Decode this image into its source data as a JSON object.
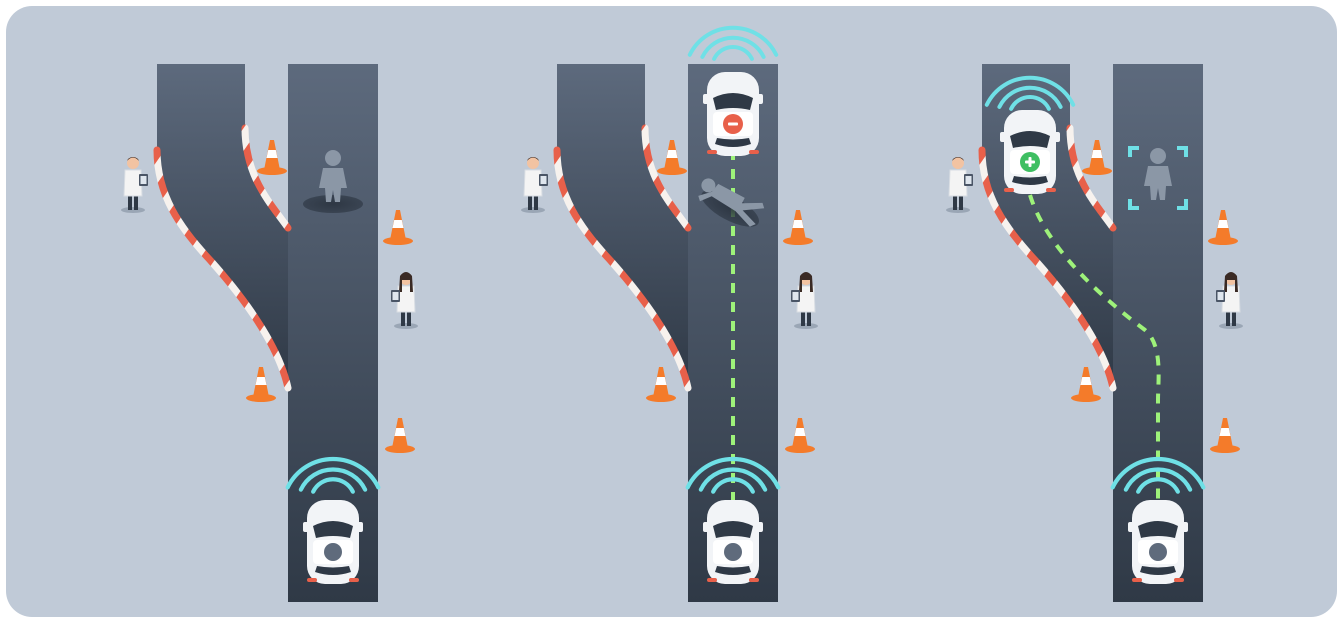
{
  "colors": {
    "background": "#c0cad7",
    "road_top": "#5d6a7d",
    "road_bottom": "#2f3946",
    "barrier_red": "#e8604a",
    "barrier_white": "#f7f2ee",
    "cone_orange": "#f47b2a",
    "cone_band": "#ffffff",
    "signal_cyan": "#6fe0e6",
    "path_green": "#9ef27a",
    "car_body": "#f2f4f7",
    "car_glass": "#2f3946",
    "pedestrian_gray": "#8b97a6",
    "detect_bracket": "#6fe0e6",
    "minus_badge": "#e8604a",
    "plus_badge": "#3fbf62",
    "scientist_coat": "#f4f4f4",
    "scientist_pants": "#2f3946",
    "skin": "#f2c3a2"
  },
  "icons": {
    "car": "car-topview-icon",
    "signal": "wifi-signal-icon",
    "cone": "traffic-cone-icon",
    "pedestrian": "pedestrian-icon",
    "scientist": "scientist-with-clipboard-icon",
    "minus": "minus-circle-icon",
    "plus": "plus-circle-icon",
    "bracket": "detection-bracket-icon"
  },
  "panels": [
    {
      "id": "panel-1",
      "top_car_badge": null,
      "pedestrian_state": "standing",
      "path": "none",
      "bracket": false
    },
    {
      "id": "panel-2",
      "top_car_badge": "minus",
      "pedestrian_state": "fallen",
      "path": "straight",
      "bracket": false
    },
    {
      "id": "panel-3",
      "top_car_badge": "plus",
      "pedestrian_state": "standing-detected",
      "path": "swerve",
      "bracket": true
    }
  ]
}
